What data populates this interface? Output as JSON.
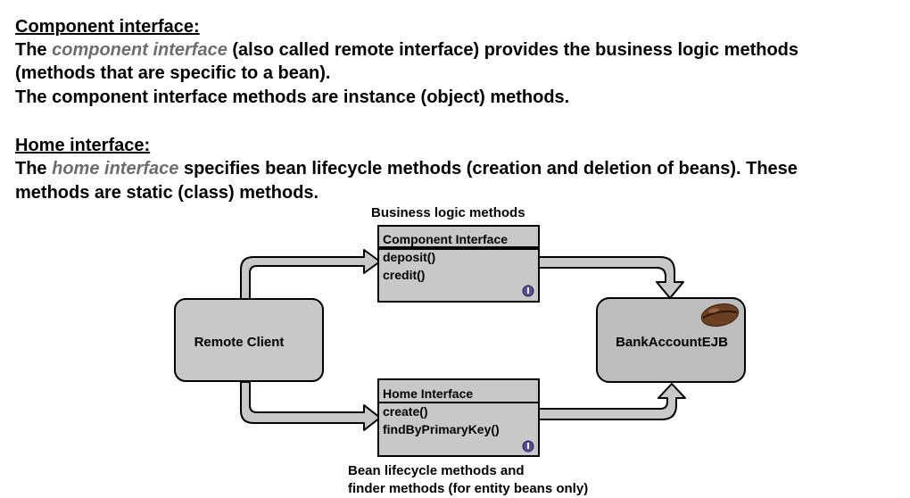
{
  "component": {
    "heading": "Component interface:",
    "line1_pre": "The ",
    "line1_em": "component interface",
    "line1_post": " (also called remote interface) provides the business logic methods",
    "line2": "(methods that are specific to a bean).",
    "line3": "The component interface methods are instance (object) methods."
  },
  "home": {
    "heading": "Home interface:",
    "line1_pre": "The ",
    "line1_em": "home interface",
    "line1_post": " specifies bean lifecycle methods (creation and deletion of beans). These",
    "line2": "methods are static (class) methods."
  },
  "diagram": {
    "top_caption": "Business logic methods",
    "bottom_caption_line1": "Bean lifecycle methods and",
    "bottom_caption_line2": "finder methods (for entity beans only)",
    "remote_client": "Remote Client",
    "bean": "BankAccountEJB",
    "component_box": {
      "title": "Component Interface",
      "methods": [
        "deposit()",
        "credit()"
      ]
    },
    "home_box": {
      "title": "Home Interface",
      "methods": [
        "create()",
        "findByPrimaryKey()"
      ]
    },
    "colors": {
      "box_fill": "#c8c8c8",
      "bean_fill": "#bdbdbd",
      "stroke": "#000000",
      "info_icon": "#5b4b9a",
      "bean_icon": "#6b3f22"
    }
  }
}
